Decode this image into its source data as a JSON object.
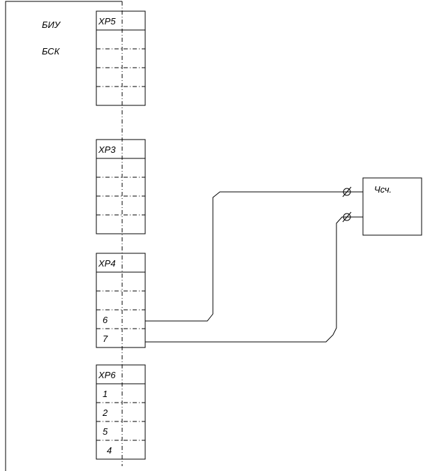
{
  "block": {
    "label1": "БИУ",
    "label2": "БСК"
  },
  "connectors": [
    {
      "name": "XP5",
      "rows": [
        "",
        "",
        "",
        ""
      ]
    },
    {
      "name": "XP3",
      "rows": [
        "",
        "",
        "",
        ""
      ]
    },
    {
      "name": "XP4",
      "rows": [
        "",
        "",
        "6",
        "7"
      ]
    },
    {
      "name": "XP6",
      "rows": [
        "1",
        "2",
        "5",
        "4"
      ]
    }
  ],
  "device": {
    "label": "Чсч."
  }
}
